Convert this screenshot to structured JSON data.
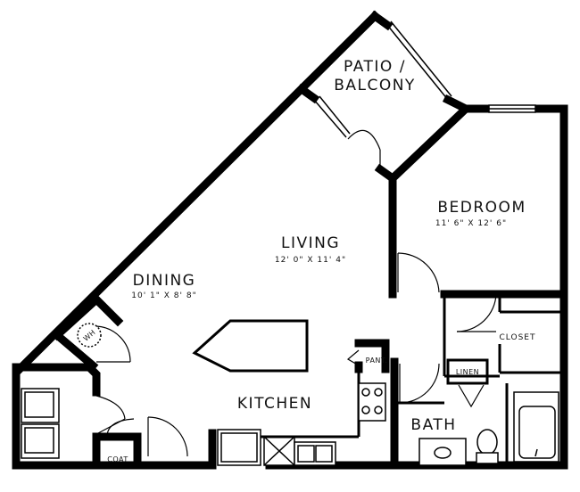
{
  "rooms": {
    "patio": {
      "name_line1": "PATIO /",
      "name_line2": "BALCONY"
    },
    "bedroom": {
      "name": "BEDROOM",
      "dims": "11' 6\" X 12' 6\""
    },
    "living": {
      "name": "LIVING",
      "dims": "12' 0\" X 11' 4\""
    },
    "dining": {
      "name": "DINING",
      "dims": "10' 1\" X 8' 8\""
    },
    "kitchen": {
      "name": "KITCHEN"
    },
    "bath": {
      "name": "BATH"
    },
    "closet": {
      "name": "CLOSET"
    },
    "linen": {
      "name": "LINEN"
    },
    "pantry": {
      "name": "PANT."
    },
    "coat": {
      "name": "COAT"
    },
    "water_heater": {
      "name": "WH"
    }
  }
}
